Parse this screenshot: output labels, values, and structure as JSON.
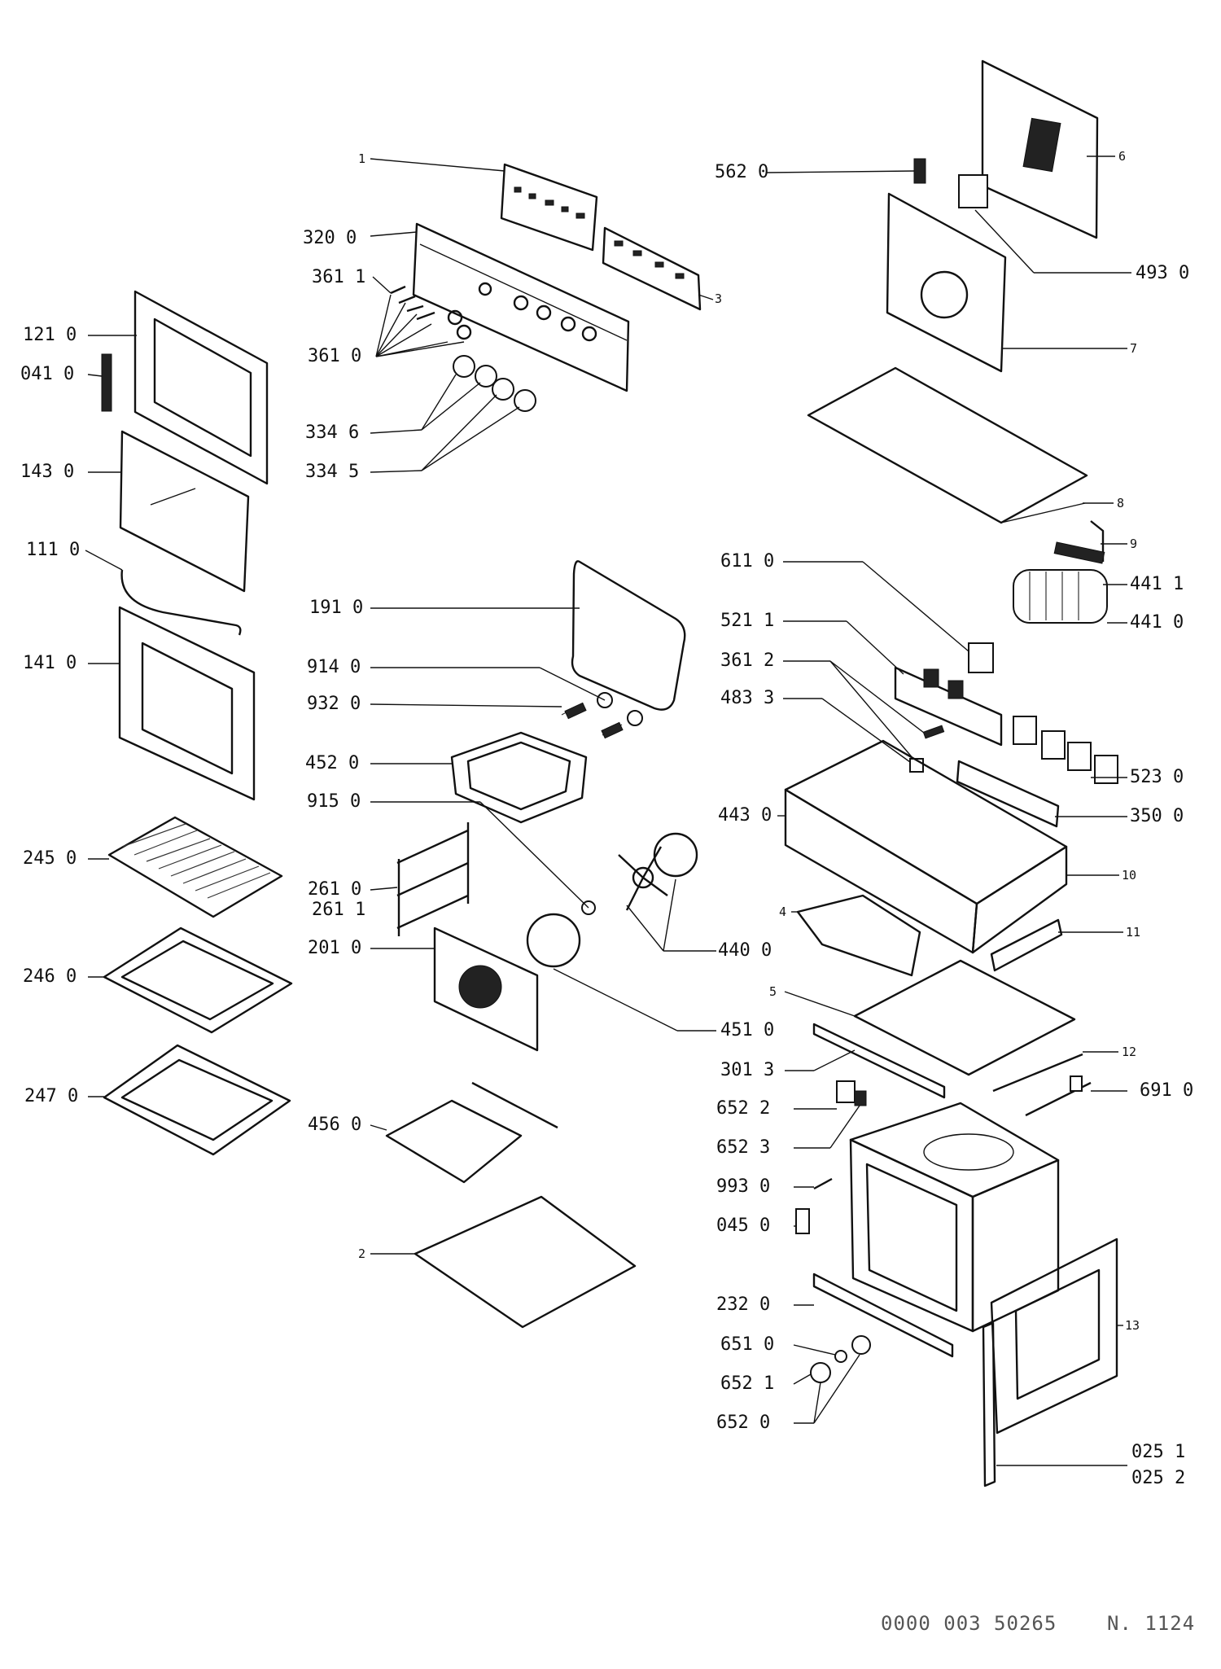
{
  "diagram": {
    "callouts": {
      "c1": "1",
      "c320": "320 0",
      "c361_1": "361 1",
      "c361_0": "361 0",
      "c3346": "334 6",
      "c3345": "334 5",
      "c3": "3",
      "c562": "562 0",
      "c6": "6",
      "c493": "493 0",
      "c7": "7",
      "c8": "8",
      "c9": "9",
      "c121": "121 0",
      "c041": "041 0",
      "c143": "143 0",
      "c111": "111 0",
      "c141": "141 0",
      "c191": "191 0",
      "c914": "914 0",
      "c932": "932 0",
      "c452": "452 0",
      "c915": "915 0",
      "c611": "611 0",
      "c4411": "441 1",
      "c4410": "441 0",
      "c5211": "521 1",
      "c3612": "361 2",
      "c4833": "483 3",
      "c523": "523 0",
      "c350": "350 0",
      "c443": "443 0",
      "c10": "10",
      "c4": "4",
      "c11": "11",
      "c440": "440 0",
      "c245": "245 0",
      "c2610": "261 0",
      "c2611": "261 1",
      "c201": "201 0",
      "c246": "246 0",
      "c451": "451 0",
      "c5": "5",
      "c301": "301 3",
      "c12": "12",
      "c691": "691 0",
      "c247": "247 0",
      "c456": "456 0",
      "c6522": "652 2",
      "c6523": "652 3",
      "c993": "993 0",
      "c045": "045 0",
      "c2": "2",
      "c232": "232 0",
      "c13": "13",
      "c651": "651 0",
      "c6521": "652 1",
      "c6520": "652 0",
      "c0251": "025 1",
      "c0252": "025 2"
    }
  },
  "footer": {
    "doc_number": "0000 003 50265",
    "sheet": "N. 1124"
  }
}
